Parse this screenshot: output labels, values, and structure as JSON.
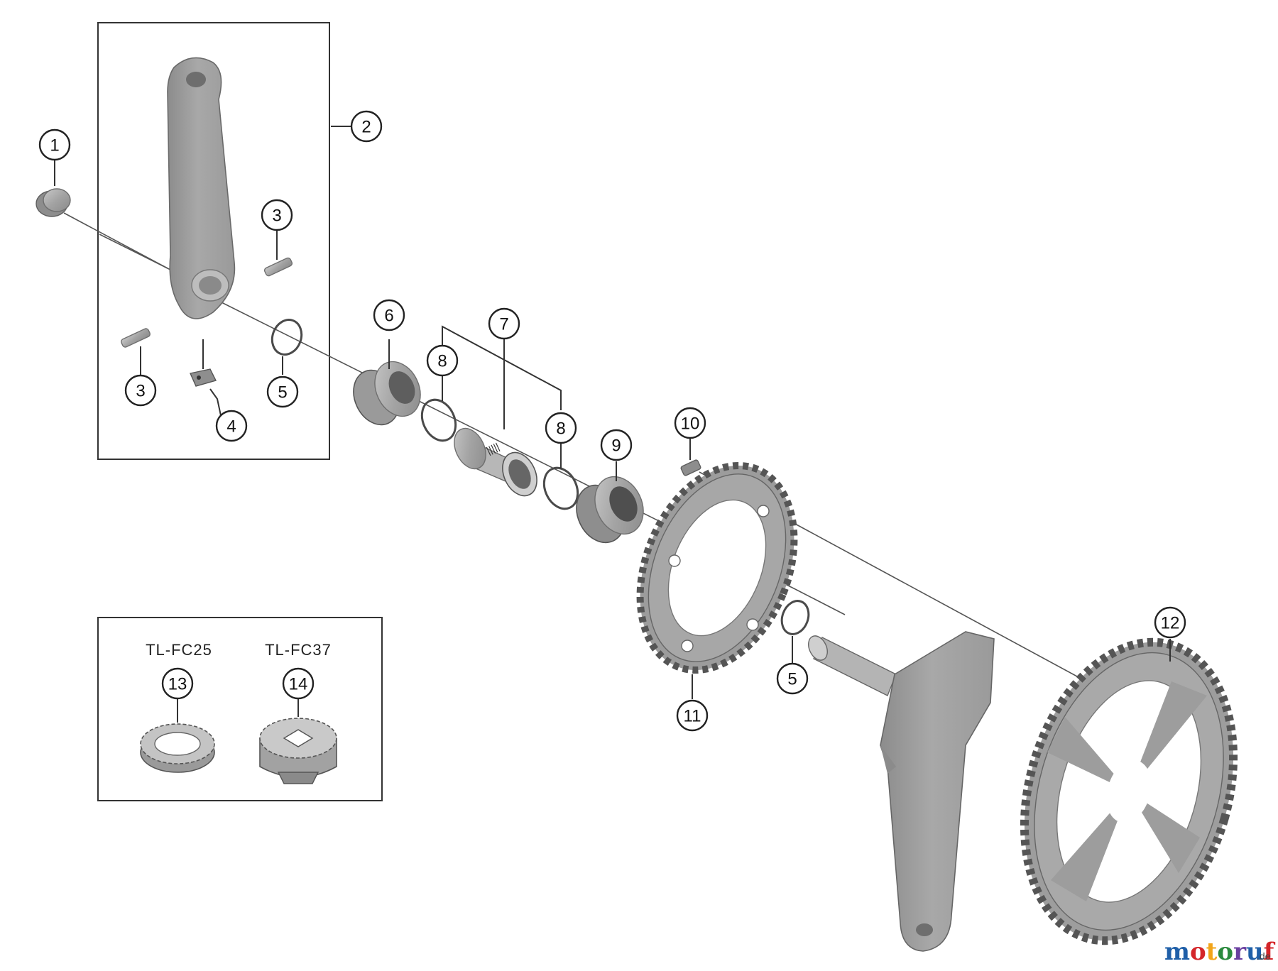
{
  "callouts": [
    "1",
    "2",
    "3",
    "3",
    "4",
    "5",
    "6",
    "7",
    "8",
    "8",
    "9",
    "10",
    "11",
    "12",
    "5",
    "13",
    "14"
  ],
  "tools": {
    "left_label": "TL-FC25",
    "right_label": "TL-FC37"
  },
  "watermark": {
    "text": "motoruf",
    "suffix": ".de",
    "colors": [
      "#1f5fa8",
      "#d4262a",
      "#f2a51a",
      "#2b8a3e",
      "#6a3fa0",
      "#1f5fa8",
      "#d4262a"
    ]
  }
}
